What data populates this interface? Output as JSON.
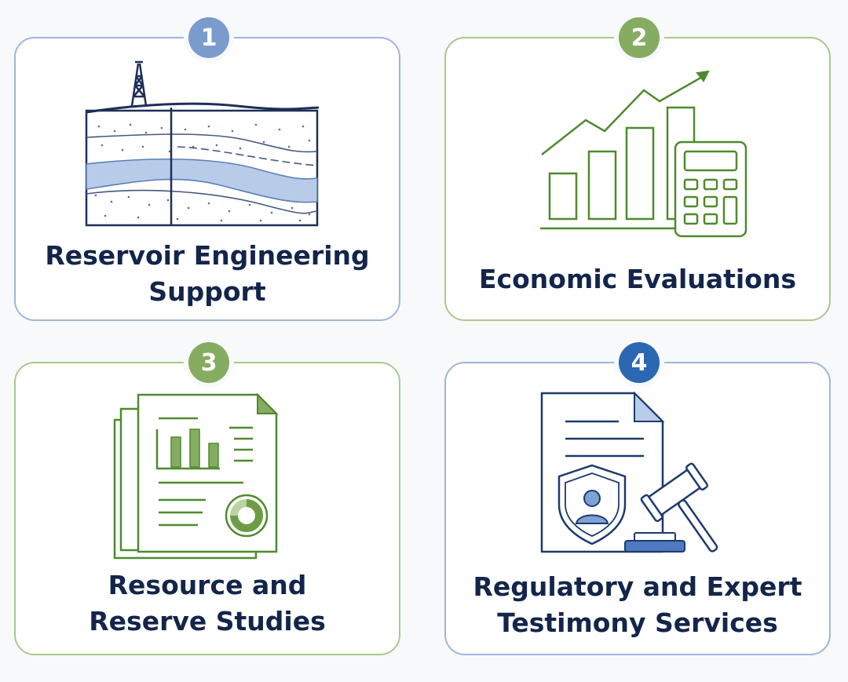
{
  "cards": [
    {
      "number": "1",
      "title_lines": [
        "Reservoir Engineering",
        "Support"
      ],
      "icon": "oil-rig-reservoir-icon"
    },
    {
      "number": "2",
      "title_lines": [
        "Economic Evaluations"
      ],
      "icon": "growth-chart-calculator-icon"
    },
    {
      "number": "3",
      "title_lines": [
        "Resource and",
        "Reserve Studies"
      ],
      "icon": "report-documents-icon"
    },
    {
      "number": "4",
      "title_lines": [
        "Regulatory and Expert",
        "Testimony Services"
      ],
      "icon": "legal-document-gavel-icon"
    }
  ],
  "colors": {
    "navy_text": "#13254a",
    "blue_accent": "#2b67b3",
    "blue_light": "#7a9ccc",
    "green_accent": "#4f8a2e",
    "green_light": "#86ac62"
  }
}
